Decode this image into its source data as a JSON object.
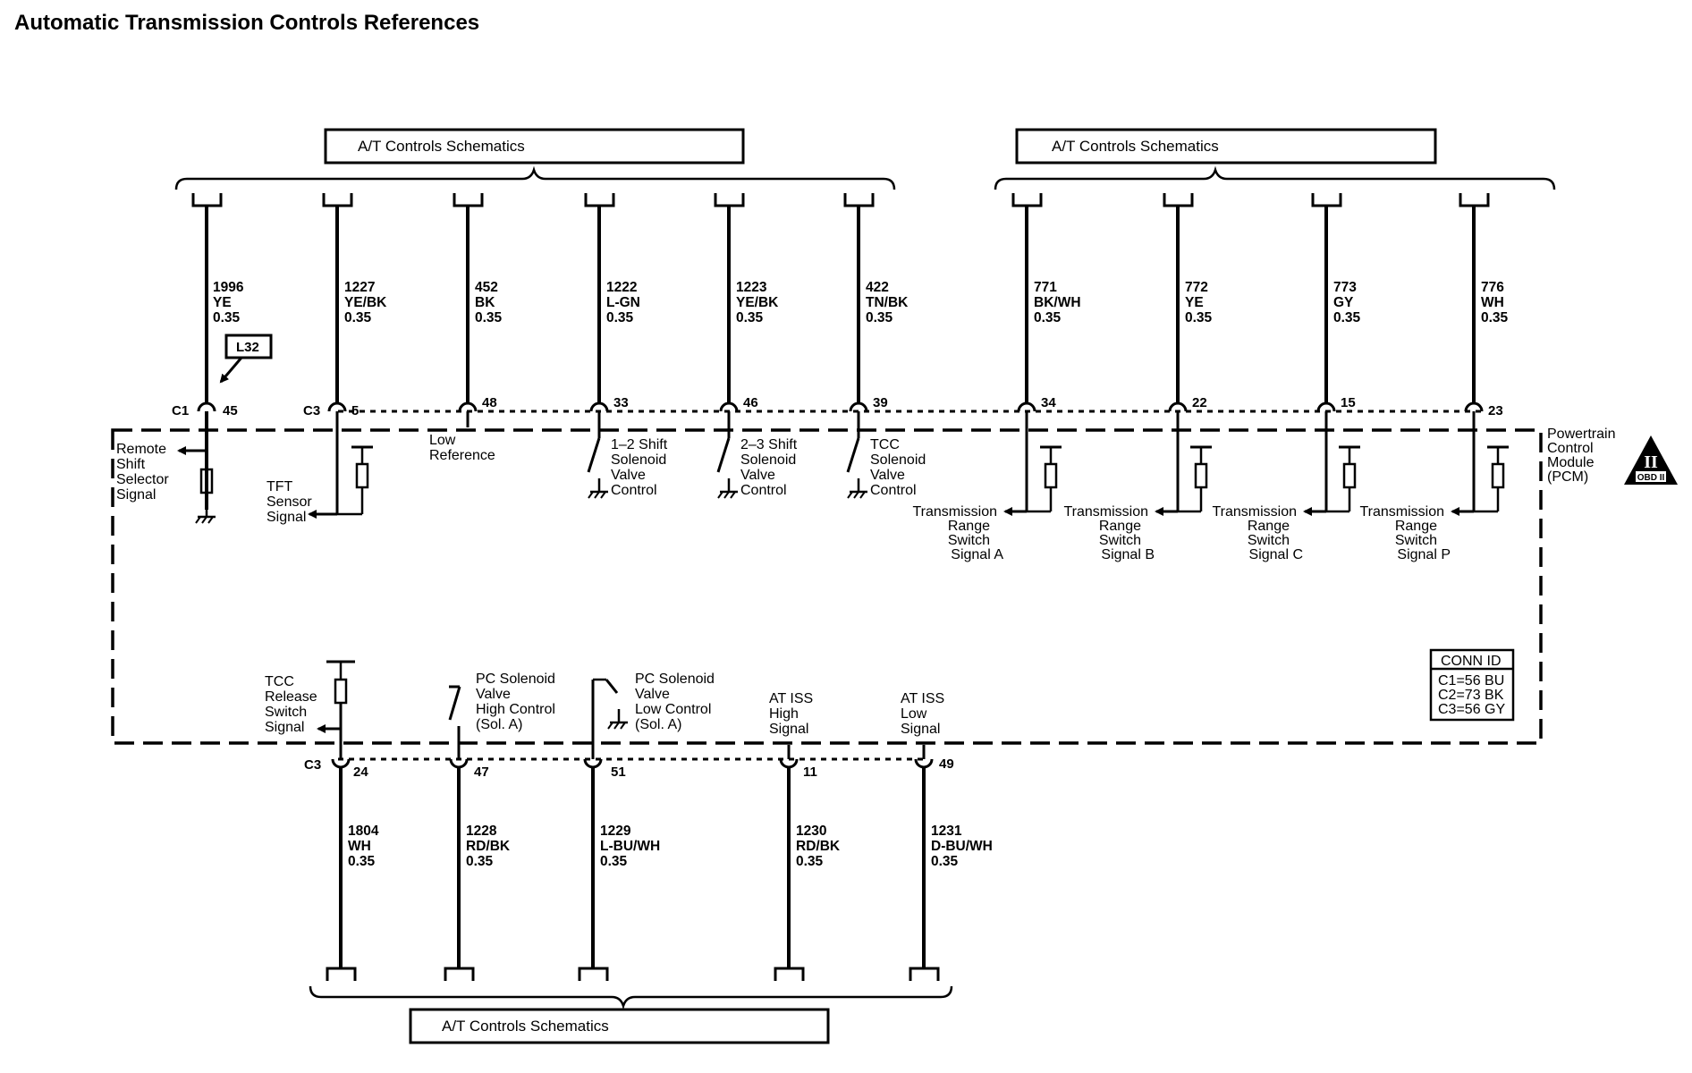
{
  "title": "Automatic Transmission Controls References",
  "schematic_refs": {
    "top_left": "A/T Controls Schematics",
    "top_right": "A/T Controls Schematics",
    "bottom": "A/T Controls Schematics"
  },
  "top_circuits": [
    {
      "circuit": "1996",
      "color": "YE",
      "size": "0.35",
      "connector": "C1",
      "pin": "45",
      "signal": [
        "Remote",
        "Shift",
        "Selector",
        "Signal"
      ]
    },
    {
      "circuit": "1227",
      "color": "YE/BK",
      "size": "0.35",
      "connector": "C3",
      "pin": "5",
      "signal": [
        "TFT",
        "Sensor",
        "Signal"
      ]
    },
    {
      "circuit": "452",
      "color": "BK",
      "size": "0.35",
      "pin": "48",
      "signal": [
        "Low",
        "Reference"
      ]
    },
    {
      "circuit": "1222",
      "color": "L-GN",
      "size": "0.35",
      "pin": "33",
      "signal": [
        "1–2 Shift",
        "Solenoid",
        "Valve",
        "Control"
      ]
    },
    {
      "circuit": "1223",
      "color": "YE/BK",
      "size": "0.35",
      "pin": "46",
      "signal": [
        "2–3 Shift",
        "Solenoid",
        "Valve",
        "Control"
      ]
    },
    {
      "circuit": "422",
      "color": "TN/BK",
      "size": "0.35",
      "pin": "39",
      "signal": [
        "TCC",
        "Solenoid",
        "Valve",
        "Control"
      ]
    },
    {
      "circuit": "771",
      "color": "BK/WH",
      "size": "0.35",
      "pin": "34",
      "signal": [
        "Transmission",
        "Range",
        "Switch",
        "Signal A"
      ]
    },
    {
      "circuit": "772",
      "color": "YE",
      "size": "0.35",
      "pin": "22",
      "signal": [
        "Transmission",
        "Range",
        "Switch",
        "Signal B"
      ]
    },
    {
      "circuit": "773",
      "color": "GY",
      "size": "0.35",
      "pin": "15",
      "signal": [
        "Transmission",
        "Range",
        "Switch",
        "Signal C"
      ]
    },
    {
      "circuit": "776",
      "color": "WH",
      "size": "0.35",
      "pin": "23",
      "signal": [
        "Transmission",
        "Range",
        "Switch",
        "Signal P"
      ]
    }
  ],
  "bottom_circuits": [
    {
      "circuit": "1804",
      "color": "WH",
      "size": "0.35",
      "connector": "C3",
      "pin": "24",
      "signal": [
        "TCC",
        "Release",
        "Switch",
        "Signal"
      ]
    },
    {
      "circuit": "1228",
      "color": "RD/BK",
      "size": "0.35",
      "pin": "47",
      "signal": [
        "PC Solenoid",
        "Valve",
        "High Control",
        "(Sol. A)"
      ]
    },
    {
      "circuit": "1229",
      "color": "L-BU/WH",
      "size": "0.35",
      "pin": "51",
      "signal": [
        "PC Solenoid",
        "Valve",
        "Low Control",
        "(Sol. A)"
      ]
    },
    {
      "circuit": "1230",
      "color": "RD/BK",
      "size": "0.35",
      "pin": "11",
      "signal": [
        "AT ISS",
        "High",
        "Signal"
      ]
    },
    {
      "circuit": "1231",
      "color": "D-BU/WH",
      "size": "0.35",
      "pin": "49",
      "signal": [
        "AT ISS",
        "Low",
        "Signal"
      ]
    }
  ],
  "option_code": "L32",
  "module": [
    "Powertrain",
    "Control",
    "Module",
    "(PCM)"
  ],
  "obd_badge": {
    "symbol": "II",
    "text": "OBD II"
  },
  "conn_id": {
    "header": "CONN ID",
    "rows": [
      "C1=56 BU",
      "C2=73 BK",
      "C3=56 GY"
    ]
  }
}
